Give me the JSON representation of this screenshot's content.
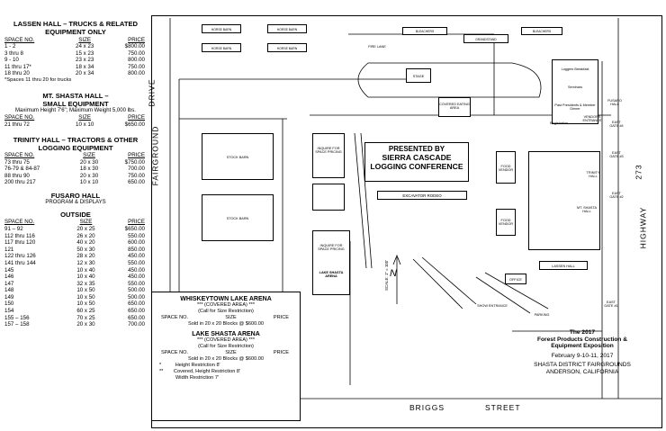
{
  "lassen": {
    "title_line1": "LASSEN HALL – TRUCKS & RELATED",
    "title_line2": "EQUIPMENT ONLY",
    "headers": [
      "SPACE NO.",
      "SIZE",
      "PRICE"
    ],
    "rows": [
      [
        "1 - 2",
        "24 x 23",
        "$800.00"
      ],
      [
        "3 thru 8",
        "15 x 23",
        "750.00"
      ],
      [
        "9 - 10",
        "23 x 23",
        "800.00"
      ],
      [
        "11 thru 17*",
        "18 x 34",
        "750.00"
      ],
      [
        "18 thru 20",
        "20 x 34",
        "800.00"
      ]
    ],
    "note": "*Spaces 11 thru 20 for trucks"
  },
  "shasta": {
    "title_line1": "MT. SHASTA HALL –",
    "title_line2": "SMALL EQUIPMENT",
    "subtitle": "Maximum Height 7'6\"; Maximum Weight 5,000 lbs.",
    "headers": [
      "SPACE NO.",
      "SIZE",
      "PRICE"
    ],
    "rows": [
      [
        "21 thru 72",
        "10 x 10",
        "$650.00"
      ]
    ]
  },
  "trinity": {
    "title_line1": "TRINITY HALL – TRACTORS & OTHER",
    "title_line2": "LOGGING EQUIPMENT",
    "headers": [
      "SPACE NO.",
      "SIZE",
      "PRICE"
    ],
    "rows": [
      [
        "73 thru 75",
        "20 x 30",
        "$750.00"
      ],
      [
        "76-79 & 84-87",
        "18 x 30",
        "700.00"
      ],
      [
        "88 thru 90",
        "20 x 30",
        "750.00"
      ],
      [
        "200 thru 217",
        "10 x 10",
        "650.00"
      ]
    ]
  },
  "fusaro": {
    "title": "FUSARO HALL",
    "subtitle": "PROGRAM & DISPLAYS"
  },
  "outside": {
    "title": "OUTSIDE",
    "headers": [
      "SPACE NO.",
      "SIZE",
      "PRICE"
    ],
    "rows": [
      [
        "91 – 92",
        "20 x 25",
        "$650.00"
      ],
      [
        "112 thru 116",
        "26 x 20",
        "550.00"
      ],
      [
        "117 thru 120",
        "40 x 20",
        "600.00"
      ],
      [
        "121",
        "50 x 30",
        "850.00"
      ],
      [
        "122 thru 126",
        "28 x 20",
        "450.00"
      ],
      [
        "141 thru 144",
        "12 x 30",
        "550.00"
      ],
      [
        "145",
        "10 x 40",
        "450.00"
      ],
      [
        "146",
        "10 x 40",
        "450.00"
      ],
      [
        "147",
        "32 x 35",
        "550.00"
      ],
      [
        "148",
        "10 x 50",
        "500.00"
      ],
      [
        "149",
        "10 x 50",
        "500.00"
      ],
      [
        "150",
        "10 x 50",
        "650.00"
      ],
      [
        "154",
        "60 x 25",
        "650.00"
      ],
      [
        "155 – 156",
        "70 x 25",
        "650.00"
      ],
      [
        "157 – 158",
        "20 x 30",
        "700.00"
      ]
    ]
  },
  "whiskeytown": {
    "title": "WHISKEYTOWN LAKE ARENA",
    "covered": "*** (COVERED AREA) ***",
    "call": "(Call for Size Restriction)",
    "headers": [
      "SPACE NO.",
      "SIZE",
      "PRICE"
    ],
    "sold": "Sold in 20 x 20 Blocks @ $600.00"
  },
  "lake_shasta": {
    "title": "LAKE SHASTA ARENA",
    "covered": "*** (COVERED AREA) ***",
    "call": "(Call for Size Restriction)",
    "headers": [
      "SPACE NO.",
      "SIZE",
      "PRICE"
    ],
    "sold": "Sold in 20 x 20 Blocks @ $600.00"
  },
  "footnotes": [
    {
      "mark": "*",
      "text": "Height Restriction 8'"
    },
    {
      "mark": "**",
      "text": "Covered, Height Restriction 8'"
    },
    {
      "mark": "",
      "text": "Width Restriction 7'"
    }
  ],
  "expo": {
    "line1": "The 2017",
    "line2": "Forest Products Construction &",
    "line3": "Equipment Exposition",
    "dates": "February 9-10-11, 2017",
    "venue": "SHASTA DISTRICT FAIRGROUNDS",
    "city": "ANDERSON, CALIFORNIA"
  },
  "map": {
    "roads": {
      "fairground": "FAIRGROUND",
      "drive": "DRIVE",
      "highway": "HIGHWAY",
      "hwy_no": "273",
      "briggs": "BRIGGS",
      "street": "STREET"
    },
    "buildings": {
      "horse_barn": "HORSE BARN",
      "stock_barn": "STOCK BARN",
      "bleachers": "BLEACHERS",
      "grandstand": "GRANDSTAND",
      "stage": "STAGE",
      "covered_eating": "COVERED EATING AREA",
      "presented_by": "PRESENTED BY",
      "sierra": "SIERRA CASCADE",
      "conference": "LOGGING CONFERENCE",
      "excavator": "EXCAVATOR RODEO",
      "lake_shasta_arena": "LAKE SHASTA ARENA",
      "inquire": "INQUIRE FOR SPACE PRICING",
      "loggers": "Loggers Breakfast",
      "seminars": "Seminars",
      "past_presidents": "Past Presidents & Member Dinner",
      "fusaro_hall": "FUSARO HALL",
      "trinity_hall": "TRINITY HALL",
      "mt_shasta_hall": "MT. SHASTA HALL",
      "lassen_hall": "LASSEN HALL",
      "office": "OFFICE",
      "food_vendor": "FOOD VENDOR",
      "registration": "Registration",
      "parking": "PARKING",
      "show_entrance": "SHOW ENTRANCE",
      "vendors_entrance": "VENDORS ENTRANCE",
      "east_gate_1": "EAST GATE #1",
      "east_gate_2": "EAST GATE #2",
      "east_gate_3": "EAST GATE #3",
      "east_gate_4": "EAST GATE #4",
      "fire_lane": "FIRE LANE",
      "scale": "SCALE: 1\" = 100'",
      "north": "N"
    }
  }
}
